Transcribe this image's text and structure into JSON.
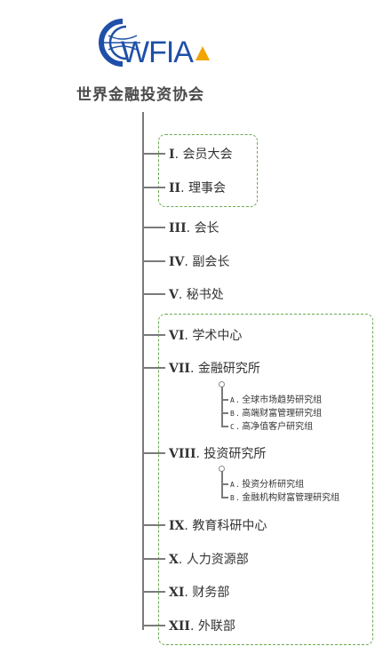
{
  "logo": {
    "text": "WFIA",
    "brand_color": "#1f4fa8",
    "accent_color": "#f0a500"
  },
  "org": {
    "title": "世界金融投资协会"
  },
  "colors": {
    "line": "#7a7a7a",
    "group_border": "#6aa84f"
  },
  "nodes": [
    {
      "num": "I",
      "label": "会员大会"
    },
    {
      "num": "II",
      "label": "理事会"
    },
    {
      "num": "III",
      "label": "会长"
    },
    {
      "num": "IV",
      "label": "副会长"
    },
    {
      "num": "V",
      "label": "秘书处"
    },
    {
      "num": "VI",
      "label": "学术中心"
    },
    {
      "num": "VII",
      "label": "金融研究所"
    },
    {
      "num": "VIII",
      "label": "投资研究所"
    },
    {
      "num": "IX",
      "label": "教育科研中心"
    },
    {
      "num": "X",
      "label": "人力资源部"
    },
    {
      "num": "XI",
      "label": "财务部"
    },
    {
      "num": "XII",
      "label": "外联部"
    }
  ],
  "subgroups": {
    "vii": [
      {
        "mark": "A",
        "label": "全球市场趋势研究组"
      },
      {
        "mark": "B",
        "label": "高端财富管理研究组"
      },
      {
        "mark": "C",
        "label": "高净值客户研究组"
      }
    ],
    "viii": [
      {
        "mark": "A",
        "label": "投资分析研究组"
      },
      {
        "mark": "B",
        "label": "金融机构财富管理研究组"
      }
    ]
  }
}
